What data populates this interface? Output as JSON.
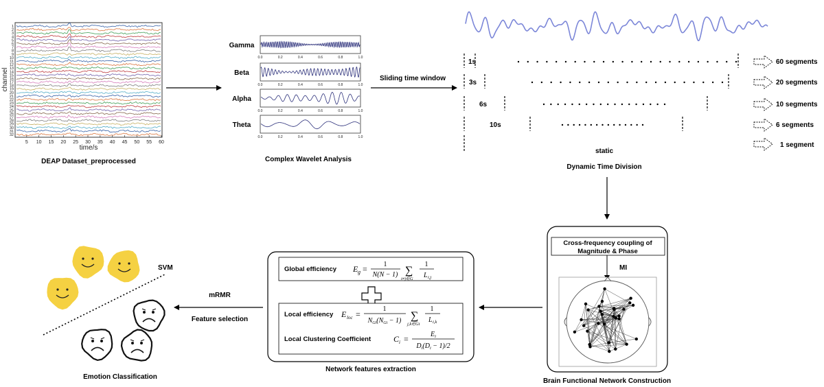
{
  "eeg_panel": {
    "title": "DEAP Dataset_preprocessed",
    "y_axis_label": "channel",
    "x_axis_label": "time/s",
    "x_ticks": [
      "5",
      "10",
      "15",
      "20",
      "25",
      "30",
      "35",
      "40",
      "45",
      "50",
      "55",
      "60"
    ],
    "channel_ticks": [
      "1",
      "2",
      "3",
      "4",
      "5",
      "6",
      "7",
      "8",
      "9",
      "10",
      "11",
      "12",
      "13",
      "14",
      "15",
      "16",
      "17",
      "18",
      "19",
      "20",
      "21",
      "22",
      "23",
      "24",
      "25",
      "26",
      "27",
      "28",
      "29",
      "30",
      "31",
      "32"
    ],
    "line_colors": [
      "#4c72b0",
      "#dd8452",
      "#55a868",
      "#c44e52",
      "#8172b3",
      "#937860",
      "#da8bc3",
      "#8c8c8c",
      "#ccb974",
      "#64b5cd"
    ]
  },
  "wavelet_panel": {
    "title": "Complex Wavelet Analysis",
    "bands": [
      "Gamma",
      "Beta",
      "Alpha",
      "Theta"
    ],
    "x_ticks": [
      "0.0",
      "0.2",
      "0.4",
      "0.6",
      "0.8",
      "1.0"
    ]
  },
  "sliding_window_label": "Sliding time window",
  "time_division": {
    "title": "Dynamic Time Division",
    "rows": [
      {
        "window": "1s",
        "segments": "60 segments"
      },
      {
        "window": "3s",
        "segments": "20 segments"
      },
      {
        "window": "6s",
        "segments": "10 segments"
      },
      {
        "window": "10s",
        "segments": "6 segments"
      }
    ],
    "static_label": "static",
    "static_segments": "1 segment",
    "signal_color": "#7b86d8"
  },
  "network_construction": {
    "title": "Brain Functional Network Construction",
    "coupling_label_1": "Cross-frequency coupling of",
    "coupling_label_2": "Magnitude & Phase",
    "mi_label": "MI"
  },
  "features": {
    "title": "Network features extraction",
    "global_efficiency": "Global efficiency",
    "local_efficiency": "Local efficiency",
    "local_clustering": "Local Clustering Coefficient",
    "plus_sign": "+"
  },
  "selection": {
    "method": "mRMR",
    "label": "Feature selection"
  },
  "classification": {
    "title": "Emotion Classification",
    "classifier": "SVM",
    "happy_color": "#f5d142"
  }
}
